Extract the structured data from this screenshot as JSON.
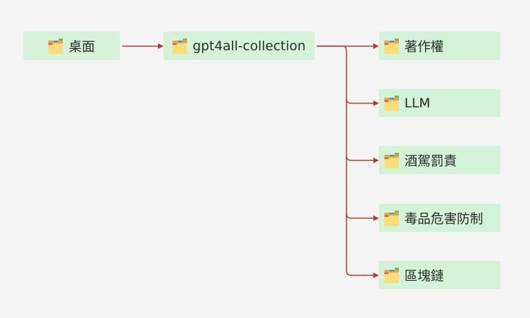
{
  "diagram": {
    "root": {
      "label": "桌面",
      "icon": "folder-icon"
    },
    "middle": {
      "label": "gpt4all-collection",
      "icon": "folder-icon"
    },
    "children": [
      {
        "label": "著作權",
        "icon": "folder-icon"
      },
      {
        "label": "LLM",
        "icon": "folder-icon"
      },
      {
        "label": "酒駕罰責",
        "icon": "folder-icon"
      },
      {
        "label": "毒品危害防制",
        "icon": "folder-icon"
      },
      {
        "label": "區塊鏈",
        "icon": "folder-icon"
      }
    ],
    "colors": {
      "node_bg": "#d4f2d8",
      "edge": "#b83a2e",
      "background": "#f4f4f4"
    }
  }
}
